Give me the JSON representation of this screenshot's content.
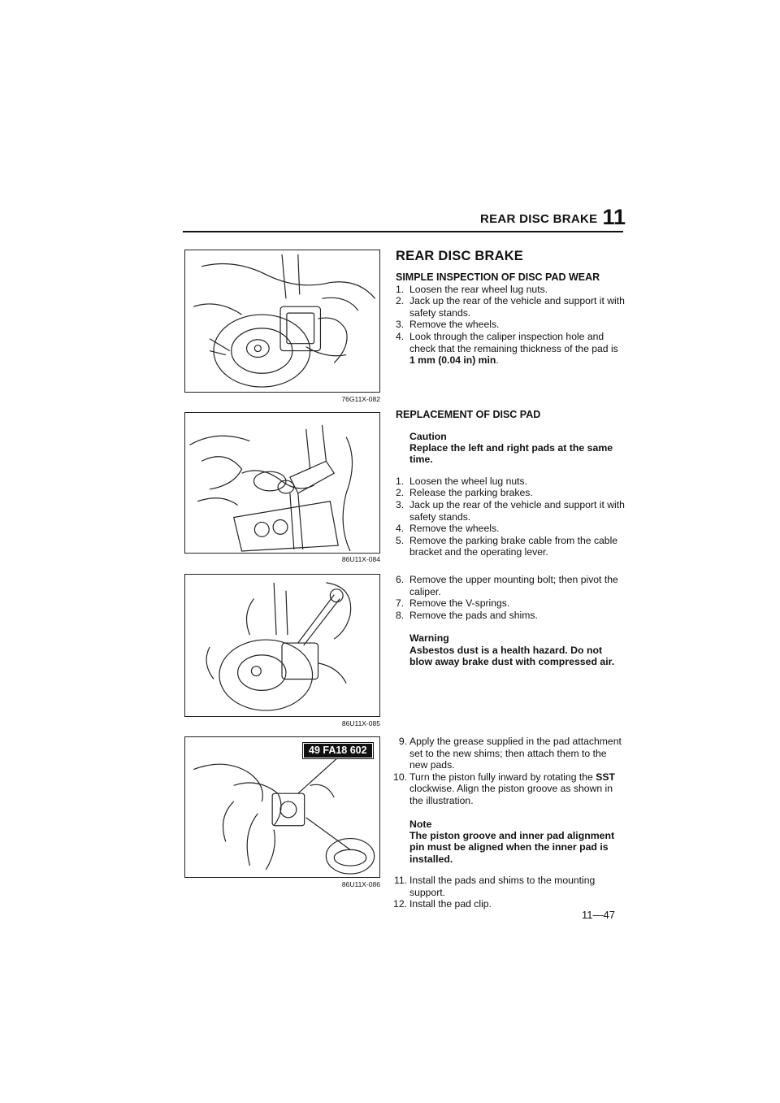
{
  "header": {
    "title": "REAR DISC BRAKE",
    "chapter": "11"
  },
  "section": {
    "title": "REAR DISC BRAKE"
  },
  "inspection": {
    "heading": "SIMPLE INSPECTION OF DISC PAD WEAR",
    "steps": [
      {
        "n": "1.",
        "text": "Loosen the rear wheel lug nuts."
      },
      {
        "n": "2.",
        "text": "Jack up the rear of the vehicle and support it with safety stands."
      },
      {
        "n": "3.",
        "text": "Remove the wheels."
      },
      {
        "n": "4.",
        "text_pre": "Look through the caliper inspection hole and check that the remaining thickness of the pad is ",
        "text_bold": "1 mm (0.04 in) min",
        "text_post": "."
      }
    ]
  },
  "replacement": {
    "heading": "REPLACEMENT OF DISC PAD",
    "caution_label": "Caution",
    "caution_text": "Replace the left and right pads at the same time.",
    "steps_a": [
      {
        "n": "1.",
        "text": "Loosen the wheel lug nuts."
      },
      {
        "n": "2.",
        "text": "Release the parking brakes."
      },
      {
        "n": "3.",
        "text": "Jack up the rear of the vehicle and support it with safety stands."
      },
      {
        "n": "4.",
        "text": "Remove the wheels."
      },
      {
        "n": "5.",
        "text": "Remove the parking brake cable from the cable bracket and the operating lever."
      }
    ],
    "steps_b": [
      {
        "n": "6.",
        "text": "Remove the upper mounting bolt; then pivot the caliper."
      },
      {
        "n": "7.",
        "text": "Remove the V-springs."
      },
      {
        "n": "8.",
        "text": "Remove the pads and shims."
      }
    ],
    "warning_label": "Warning",
    "warning_text": "Asbestos dust is a health hazard. Do not blow away brake dust with compressed air.",
    "step9": {
      "n": "9.",
      "text": "Apply the grease supplied in the pad attachment set to the new shims; then attach them to the new pads."
    },
    "step10": {
      "n": "10.",
      "text_pre": "Turn the piston fully inward by rotating the ",
      "text_bold": "SST",
      "text_post": " clockwise. Align the piston groove as shown in the illustration."
    },
    "note_label": "Note",
    "note_text": "The piston groove and inner pad alignment pin must be aligned when the inner pad is installed.",
    "steps_c": [
      {
        "n": "11.",
        "text": "Install the pads and shims to the mounting support."
      },
      {
        "n": "12.",
        "text": "Install the pad clip."
      }
    ]
  },
  "figures": {
    "fig1_caption": "76G11X-082",
    "fig2_caption": "86U11X-084",
    "fig3_caption": "86U11X-085",
    "fig4_caption": "86U11X-086",
    "fig4_tool_label": "49 FA18 602"
  },
  "footer": {
    "page": "11—47"
  }
}
